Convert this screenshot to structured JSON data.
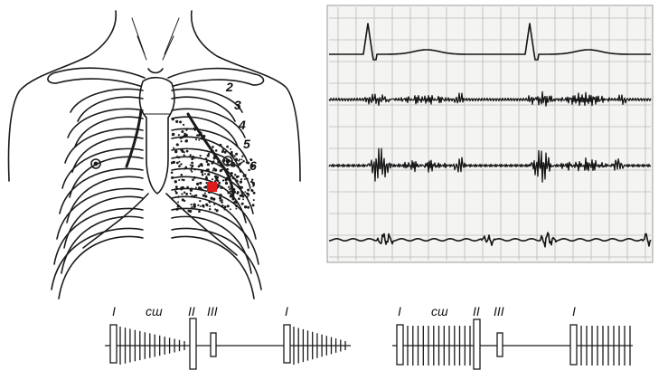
{
  "chest": {
    "rib_numbers": [
      "2",
      "3",
      "4",
      "5",
      "6"
    ],
    "apex_marker_color": "#e01b1b"
  },
  "recording": {
    "trace_count": 4
  },
  "phonograms": [
    {
      "labels": {
        "first": "I",
        "murmur": "сш",
        "second": "II",
        "third": "III",
        "first_repeat": "I"
      }
    },
    {
      "labels": {
        "first": "I",
        "murmur": "сш",
        "second": "II",
        "third": "III",
        "first_repeat": "I"
      }
    }
  ]
}
